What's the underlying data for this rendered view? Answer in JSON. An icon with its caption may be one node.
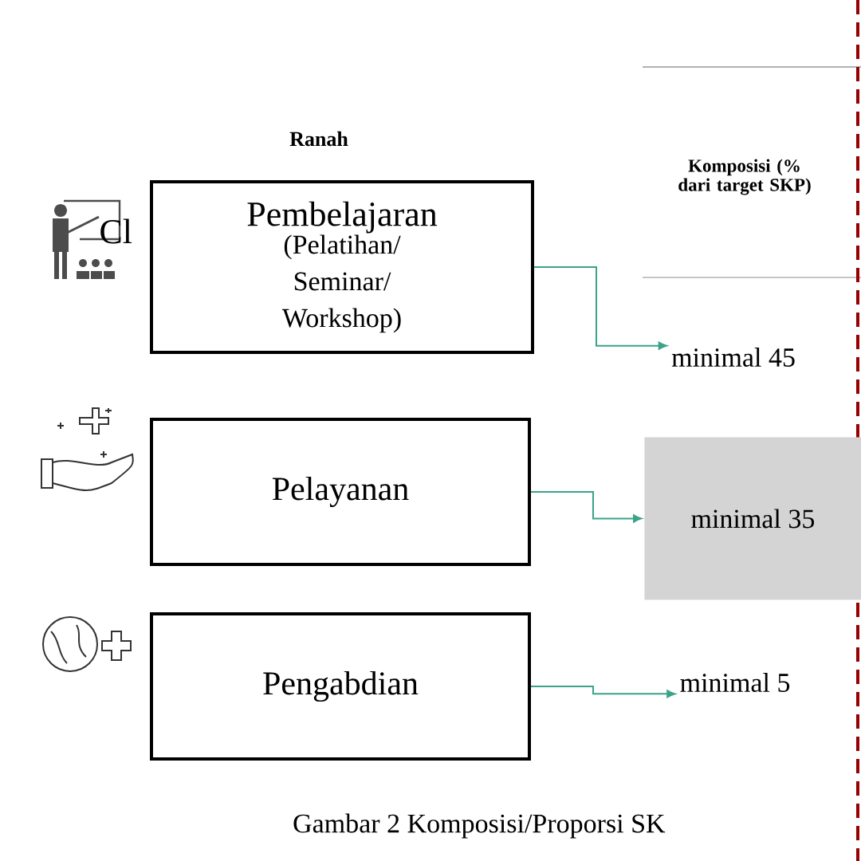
{
  "diagram": {
    "caption": "Gambar 2 Komposisi/Proporsi SK",
    "nodes": [
      {
        "text": [
          "Pembelajaran",
          "(Pelatihan/ Seminar/ Workshop)"
        ]
      },
      {
        "text": [
          "Pelayanan"
        ]
      },
      {
        "text": [
          "Pengabdian"
        ]
      },
      {
        "text": [
          "minimal 45"
        ]
      },
      {
        "text": [
          "minimal  35"
        ]
      },
      {
        "text": [
          "minimal 5"
        ]
      }
    ],
    "edges": [
      {
        "from": 0,
        "to": 3,
        "arrow": "to",
        "color": "#3aa389"
      },
      {
        "from": 1,
        "to": 4,
        "arrow": "to",
        "color": "#3aa389"
      },
      {
        "from": 2,
        "to": 5,
        "arrow": "to",
        "color": "#3aa389"
      }
    ],
    "labels": [
      "Ranah",
      "Komposisi (% dari target SKP)",
      "Cl"
    ]
  }
}
